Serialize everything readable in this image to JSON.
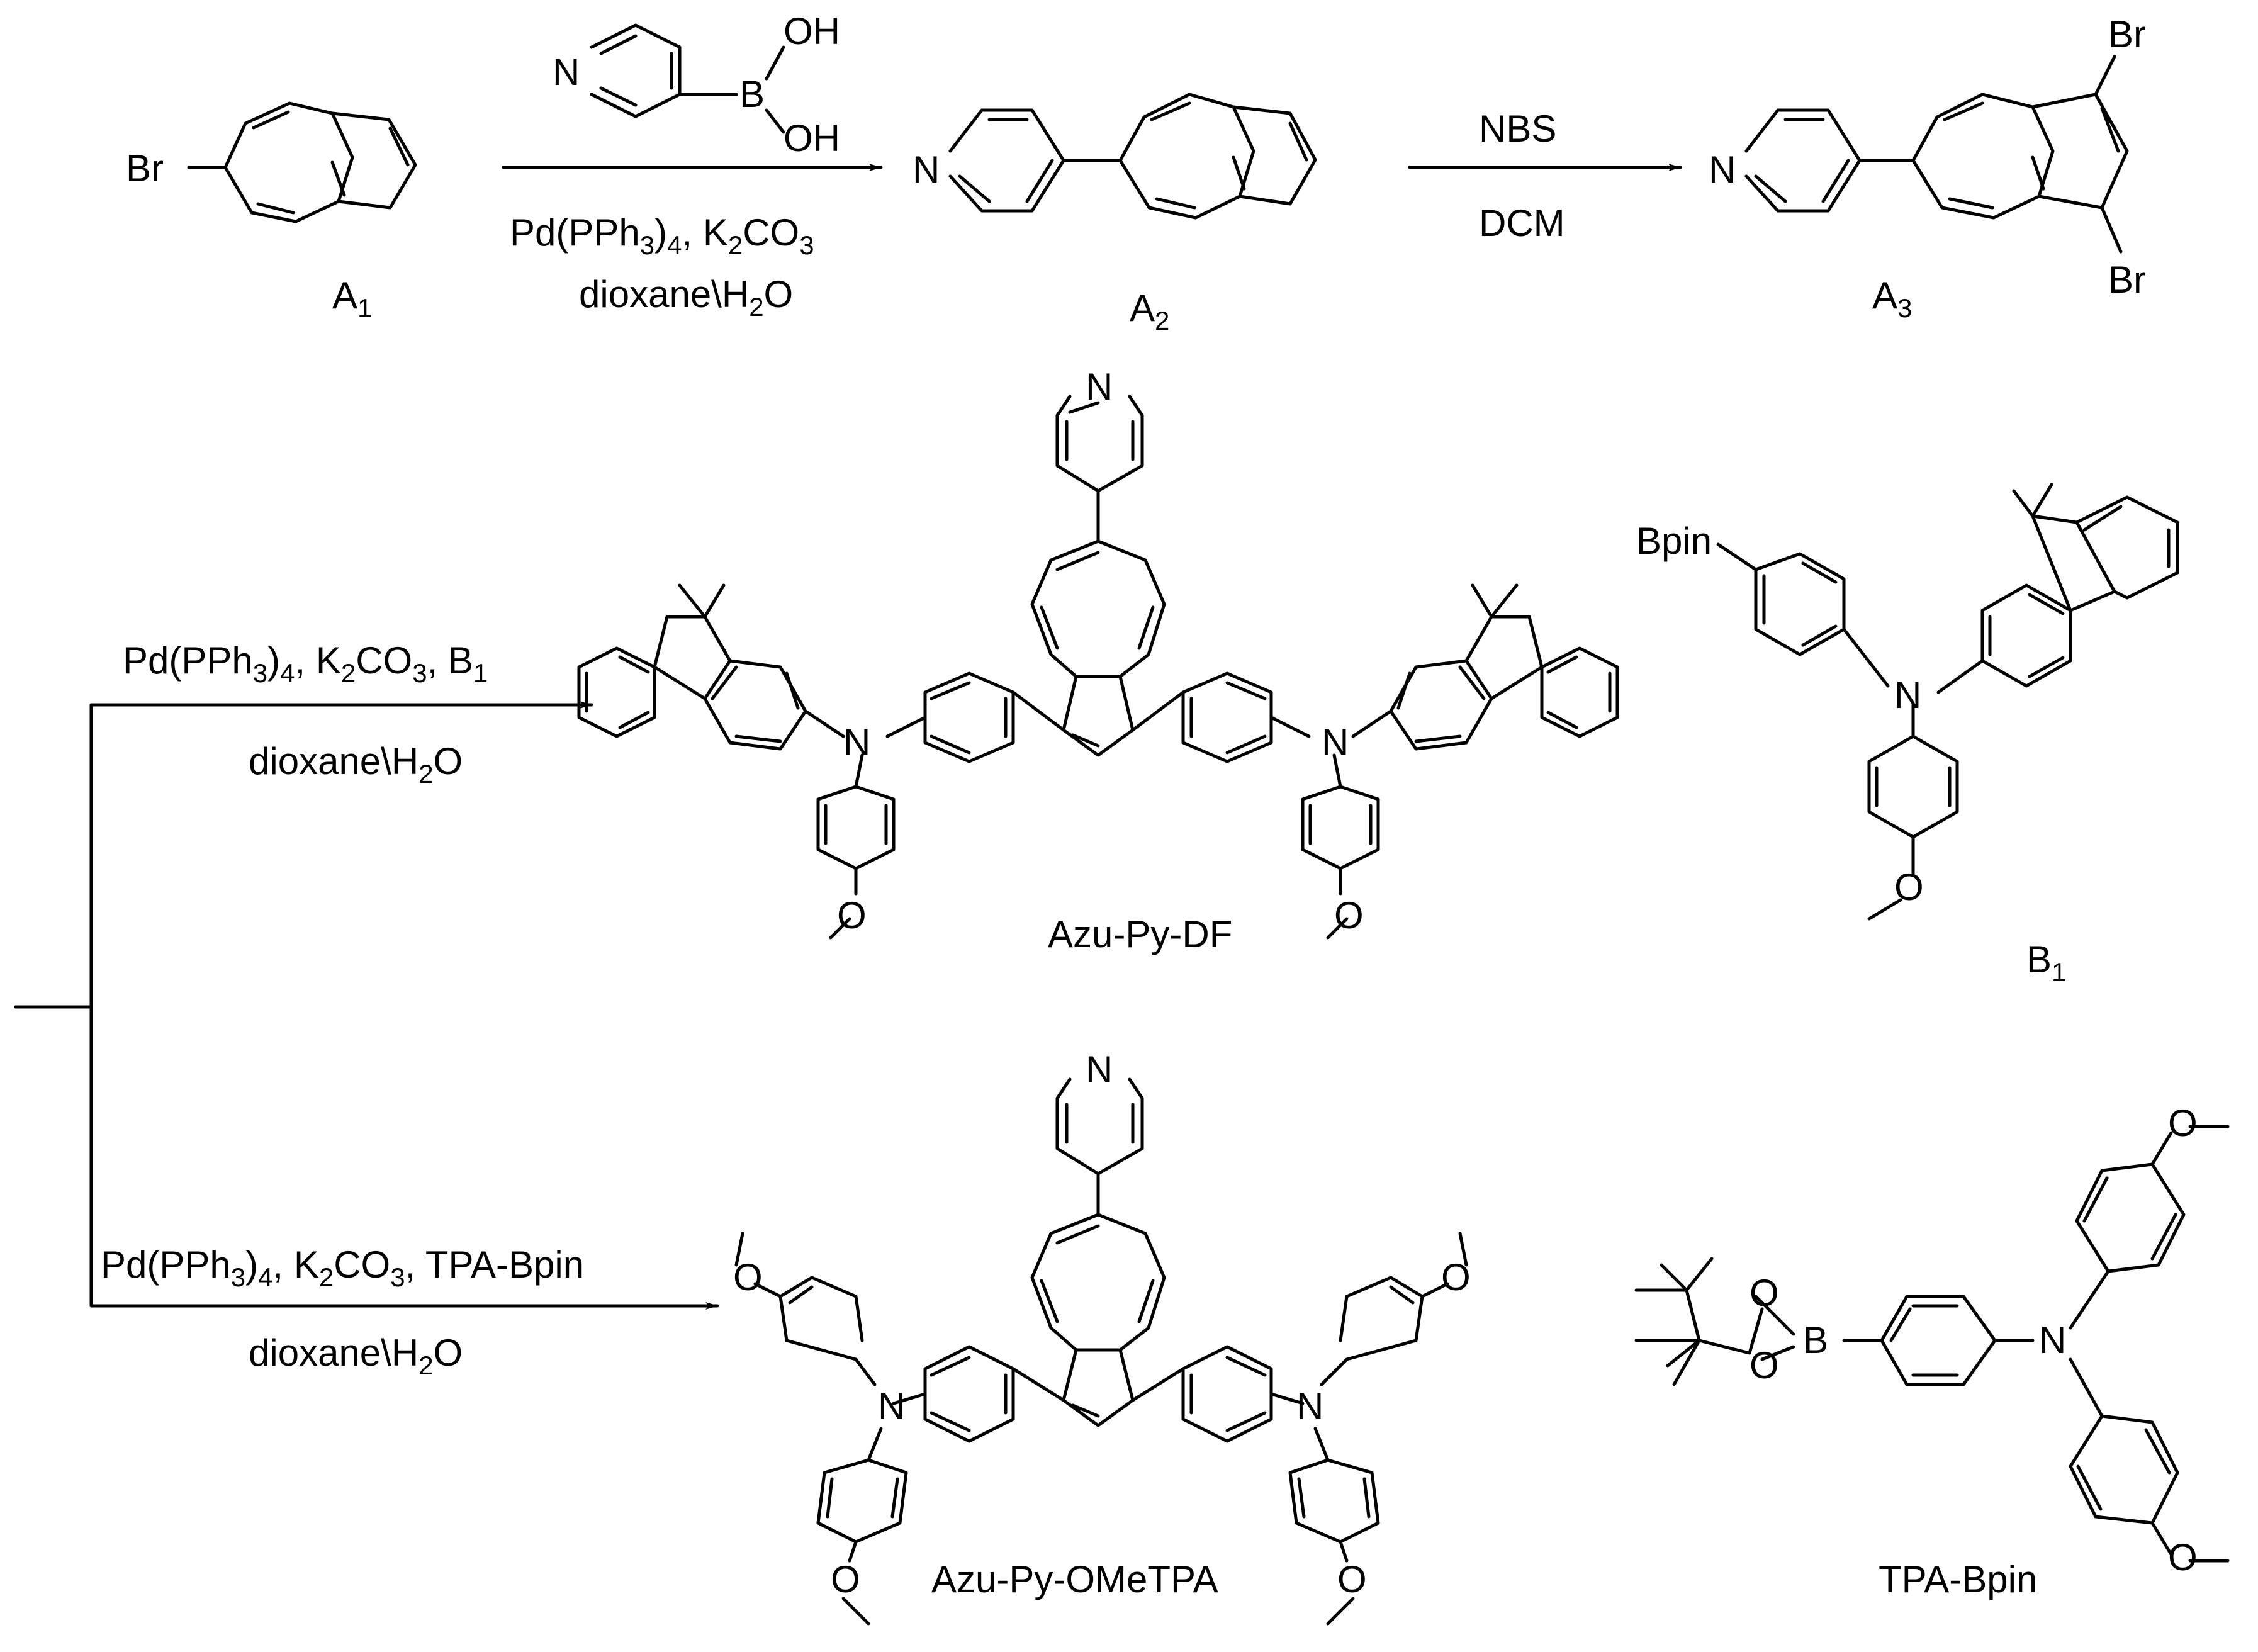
{
  "atoms": {
    "br": "Br",
    "n": "N",
    "b": "B",
    "oh": "OH",
    "o": "O",
    "bpin": "Bpin"
  },
  "compounds": {
    "a1": {
      "main": "A",
      "sub": "1"
    },
    "a2": {
      "main": "A",
      "sub": "2"
    },
    "a3": {
      "main": "A",
      "sub": "3"
    },
    "b1": {
      "main": "B",
      "sub": "1"
    },
    "azu_py_df": "Azu-Py-DF",
    "azu_py_ometpa": "Azu-Py-OMeTPA",
    "tpa_bpin": "TPA-Bpin"
  },
  "reagents": {
    "step1": {
      "pd": "Pd(PPh",
      "pd_sub": "3",
      "pd_close": ")",
      "pd_sub2": "4",
      "base": ", K",
      "base_sub": "2",
      "base2": "CO",
      "base_sub2": "3",
      "solvent": "dioxane\\H",
      "solvent_sub": "2",
      "solvent_end": "O"
    },
    "step2": {
      "reagent": "NBS",
      "solvent": "DCM"
    },
    "step3": {
      "pd": "Pd(PPh",
      "pd_sub": "3",
      "pd_close": ")",
      "pd_sub2": "4",
      "base": ", K",
      "base_sub": "2",
      "base2": "CO",
      "base_sub2": "3",
      "partner": ", B",
      "partner_sub": "1",
      "solvent": "dioxane\\H",
      "solvent_sub": "2",
      "solvent_end": "O"
    },
    "step4": {
      "pd": "Pd(PPh",
      "pd_sub": "3",
      "pd_close": ")",
      "pd_sub2": "4",
      "base": ", K",
      "base_sub": "2",
      "base2": "CO",
      "base_sub2": "3",
      "partner": ", TPA-Bpin",
      "solvent": "dioxane\\H",
      "solvent_sub": "2",
      "solvent_end": "O"
    }
  }
}
